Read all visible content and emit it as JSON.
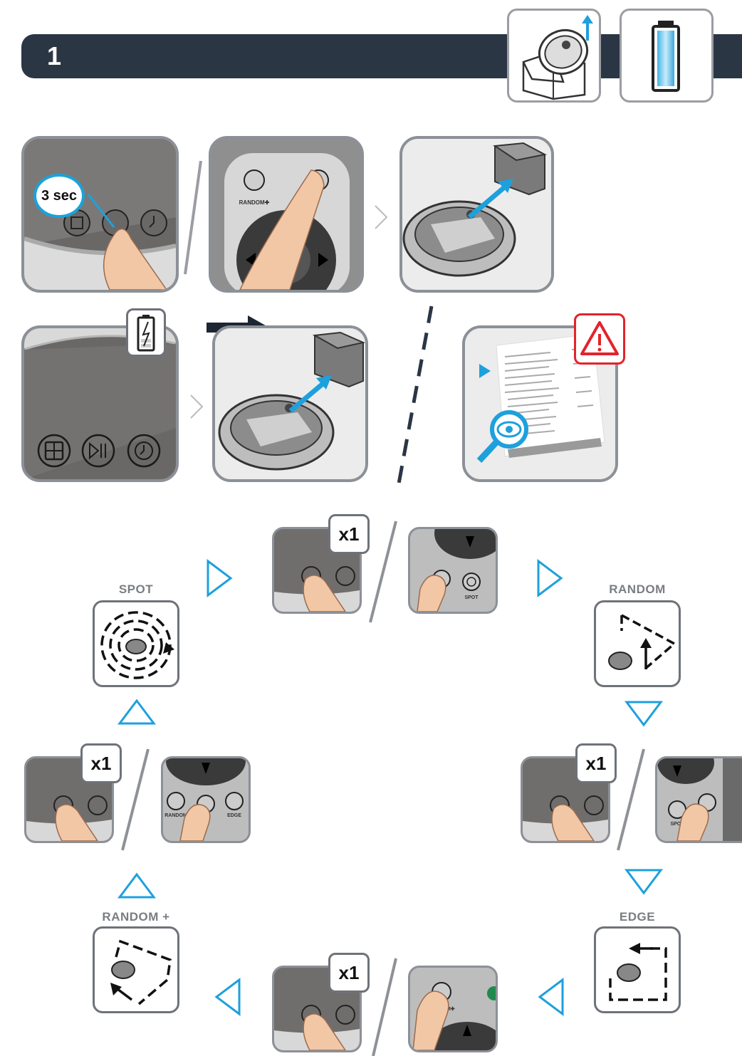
{
  "header": {
    "step_number": "1",
    "icons": [
      "unbox-robot-icon",
      "battery-icon"
    ]
  },
  "setup": {
    "hold_duration": "3 sec",
    "remote_button_label": "RANDOM✚"
  },
  "cycle": {
    "press_count": "x1",
    "modes": {
      "spot": "SPOT",
      "random": "RANDOM",
      "edge": "EDGE",
      "random_plus": "RANDOM +"
    },
    "remote_labels": {
      "spot": "SPOT",
      "random": "RANDOM",
      "edge": "EDGE",
      "random_plus": "RANDOM✚"
    }
  },
  "colors": {
    "accent": "#1ea0dc",
    "header_bar": "#2b3645",
    "warning": "#e3232b",
    "frame": "#8c9097"
  }
}
